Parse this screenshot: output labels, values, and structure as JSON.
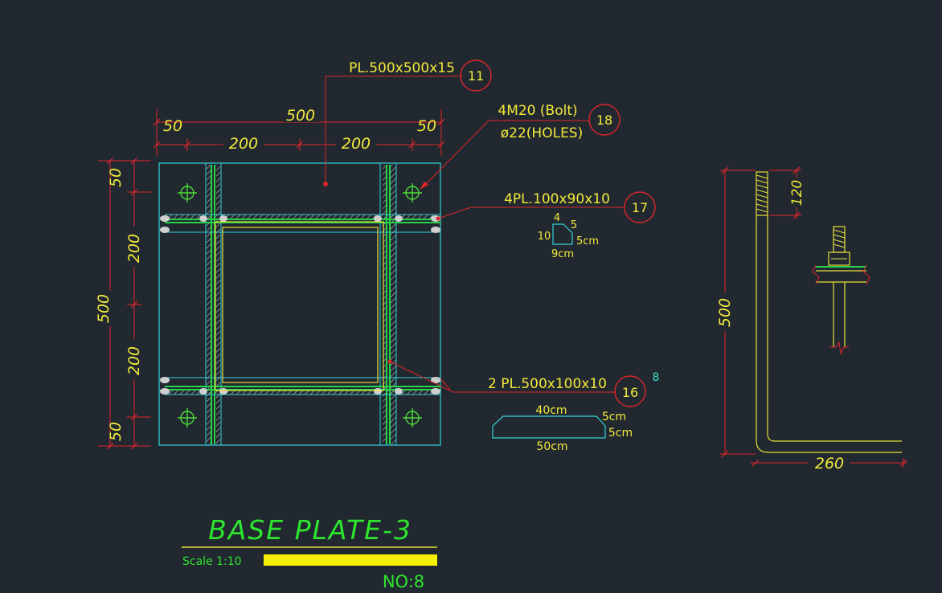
{
  "plate_note": "PL.500x500x15",
  "plate_ref": "11",
  "bolt_note_1": "4M20 (Bolt)",
  "bolt_note_2": "ø22(HOLES)",
  "bolt_ref": "18",
  "stiffener_note": "4PL.100x90x10",
  "stiffener_ref": "17",
  "stiffener_dims": {
    "top": "4",
    "top_right": "5",
    "left": "10",
    "right": "5cm",
    "bottom": "9cm"
  },
  "side_plate_note": "2 PL.500x100x10",
  "side_plate_ref": "16",
  "side_plate_extra": "8",
  "side_plate_dims": {
    "top": "40cm",
    "right_top": "5cm",
    "right_bottom": "5cm",
    "bottom": "50cm"
  },
  "dimensions": {
    "top_overall": "500",
    "top_left_edge": "50",
    "top_right_edge": "50",
    "top_mid_left": "200",
    "top_mid_right": "200",
    "left_overall": "500",
    "left_top_edge": "50",
    "left_mid_top": "200",
    "left_mid_bottom": "200",
    "left_bottom_edge": "50"
  },
  "bolt_detail": {
    "height": "500",
    "thread": "120",
    "hook_length": "260"
  },
  "title": "BASE PLATE-3",
  "scale_label": "Scale  1:10",
  "sheet_no": "NO:8",
  "colors": {
    "background": "#212830",
    "dimension": "#e0262a",
    "outline": "#33d1d9",
    "steel": "#e8e03a",
    "title": "#2ee52e"
  }
}
